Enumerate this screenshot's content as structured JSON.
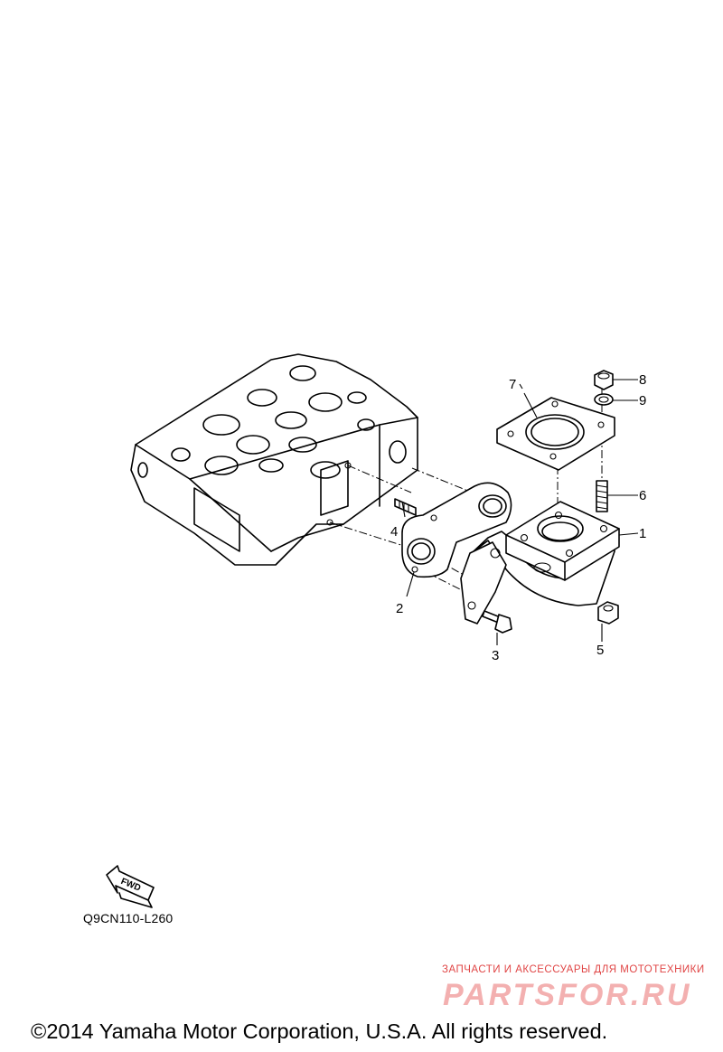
{
  "callouts": [
    {
      "id": "1",
      "label": "1"
    },
    {
      "id": "2",
      "label": "2"
    },
    {
      "id": "3",
      "label": "3"
    },
    {
      "id": "4",
      "label": "4"
    },
    {
      "id": "5",
      "label": "5"
    },
    {
      "id": "6",
      "label": "6"
    },
    {
      "id": "7",
      "label": "7"
    },
    {
      "id": "8",
      "label": "8"
    },
    {
      "id": "9",
      "label": "9"
    }
  ],
  "fwd_arrow_text": "FWD",
  "diagram_code": "Q9CN110-L260",
  "watermark": {
    "tagline": "ЗАПЧАСТИ И АКСЕССУАРЫ ДЛЯ МОТОТЕХНИКИ",
    "logo": "PARTSFOR.RU"
  },
  "copyright": "©2014 Yamaha Motor Corporation, U.S.A. All rights reserved."
}
